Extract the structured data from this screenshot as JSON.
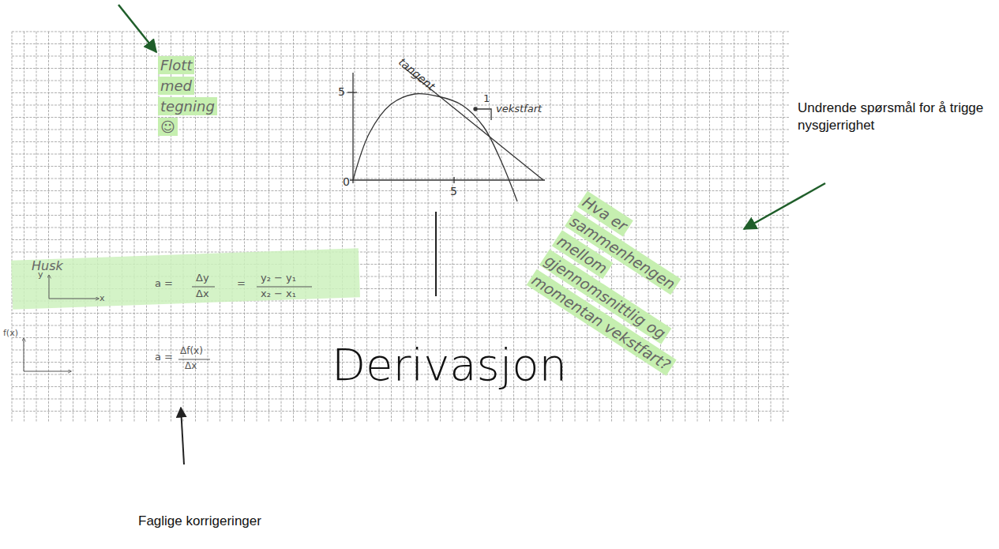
{
  "diagram": {
    "labels": [
      "Flott med tegning ☺",
      "tangent",
      "5",
      "0",
      "5",
      "1",
      "vekstfart",
      "Undrende spørsmål for å trigge nysgjerrighet",
      "Hva er sammenhengen mellom gjennomsnittlig og momentan vekstfart?",
      "Husk",
      "y",
      "x",
      "a =",
      "Δy",
      "Δx",
      "=",
      "y₂ − y₁",
      "x₂ − x₁",
      "f(x)",
      "a =",
      "Δf(x)",
      "Δx",
      "Derivasjon",
      "Faglige korrigeringer"
    ]
  }
}
